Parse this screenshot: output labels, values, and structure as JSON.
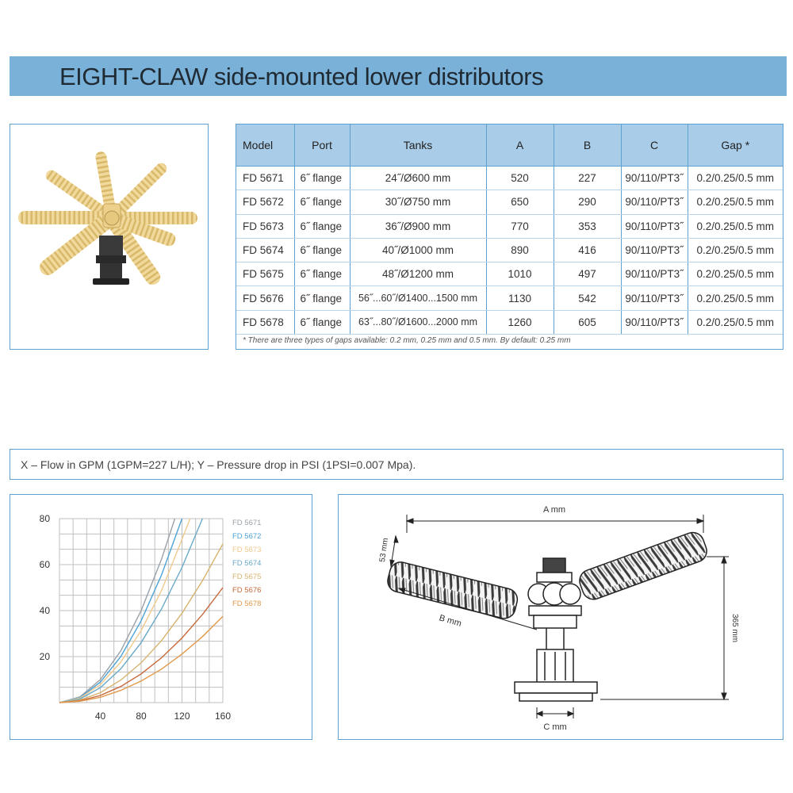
{
  "title": "EIGHT-CLAW side-mounted lower distributors",
  "table": {
    "headers": [
      "Model",
      "Port",
      "Tanks",
      "A",
      "B",
      "C",
      "Gap *"
    ],
    "rows": [
      [
        "FD 5671",
        "6˝ flange",
        "24˝/Ø600 mm",
        "520",
        "227",
        "90/110/PT3˝",
        "0.2/0.25/0.5 mm"
      ],
      [
        "FD 5672",
        "6˝ flange",
        "30˝/Ø750 mm",
        "650",
        "290",
        "90/110/PT3˝",
        "0.2/0.25/0.5 mm"
      ],
      [
        "FD 5673",
        "6˝ flange",
        "36˝/Ø900 mm",
        "770",
        "353",
        "90/110/PT3˝",
        "0.2/0.25/0.5 mm"
      ],
      [
        "FD 5674",
        "6˝ flange",
        "40˝/Ø1000 mm",
        "890",
        "416",
        "90/110/PT3˝",
        "0.2/0.25/0.5 mm"
      ],
      [
        "FD 5675",
        "6˝ flange",
        "48˝/Ø1200 mm",
        "1010",
        "497",
        "90/110/PT3˝",
        "0.2/0.25/0.5 mm"
      ],
      [
        "FD 5676",
        "6˝ flange",
        "56˝...60˝/Ø1400...1500 mm",
        "1130",
        "542",
        "90/110/PT3˝",
        "0.2/0.25/0.5 mm"
      ],
      [
        "FD 5678",
        "6˝ flange",
        "63˝...80˝/Ø1600...2000 mm",
        "1260",
        "605",
        "90/110/PT3˝",
        "0.2/0.25/0.5 mm"
      ]
    ],
    "footnote": "*  There are three types of gaps available: 0.2 mm, 0.25 mm and 0.5 mm. By default: 0.25 mm"
  },
  "axis_note": "X – Flow in GPM (1GPM=227 L/H); Y – Pressure drop in PSI (1PSI=0.007 Mpa).",
  "chart_data": {
    "type": "line",
    "title": "",
    "xlabel": "",
    "ylabel": "",
    "xlim": [
      0,
      160
    ],
    "ylim": [
      0,
      80
    ],
    "x_ticks": [
      40,
      80,
      120,
      160
    ],
    "y_ticks": [
      20,
      40,
      60,
      80
    ],
    "grid": true,
    "legend_placement": "top-right",
    "series": [
      {
        "name": "FD 5671",
        "color": "#9aa1a8",
        "x": [
          0,
          20,
          40,
          60,
          80,
          100,
          113
        ],
        "y": [
          0,
          2.5,
          10,
          22.5,
          40,
          62.5,
          80
        ]
      },
      {
        "name": "FD 5672",
        "color": "#4ea3d6",
        "x": [
          0,
          20,
          40,
          60,
          80,
          100,
          120
        ],
        "y": [
          0,
          2.2,
          8.9,
          20,
          35.6,
          55.6,
          80
        ]
      },
      {
        "name": "FD 5673",
        "color": "#f1c98c",
        "x": [
          0,
          20,
          40,
          60,
          80,
          100,
          128
        ],
        "y": [
          0,
          2,
          7.8,
          17.6,
          31.3,
          48.8,
          80
        ]
      },
      {
        "name": "FD 5674",
        "color": "#69a9c8",
        "x": [
          0,
          20,
          40,
          60,
          80,
          100,
          120,
          140
        ],
        "y": [
          0,
          1.6,
          6.5,
          14.7,
          26.1,
          40.8,
          58.8,
          80
        ]
      },
      {
        "name": "FD 5675",
        "color": "#d7b36d",
        "x": [
          0,
          20,
          40,
          60,
          80,
          100,
          120,
          140,
          160
        ],
        "y": [
          0,
          1.1,
          4.3,
          9.8,
          17.3,
          27,
          38.9,
          53,
          69
        ]
      },
      {
        "name": "FD 5676",
        "color": "#c7693b",
        "x": [
          0,
          20,
          40,
          60,
          80,
          100,
          120,
          140,
          160
        ],
        "y": [
          0,
          0.8,
          3.1,
          7,
          12.5,
          19.5,
          28.1,
          38.3,
          50
        ]
      },
      {
        "name": "FD 5678",
        "color": "#e19a4c",
        "x": [
          0,
          20,
          40,
          60,
          80,
          100,
          120,
          140,
          160
        ],
        "y": [
          0,
          0.6,
          2.3,
          5.3,
          9.4,
          14.6,
          21.1,
          28.7,
          37.5
        ]
      }
    ]
  },
  "diagram": {
    "label_a": "A mm",
    "label_b": "B mm",
    "label_c": "C mm",
    "label_53": "53 mm",
    "label_365": "365 mm"
  }
}
